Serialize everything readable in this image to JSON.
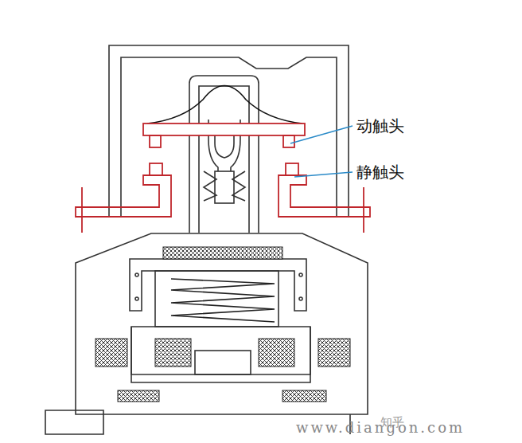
{
  "diagram": {
    "labels": [
      "动触头",
      "静触头",
      "www.diangon.com",
      "知乎"
    ]
  }
}
